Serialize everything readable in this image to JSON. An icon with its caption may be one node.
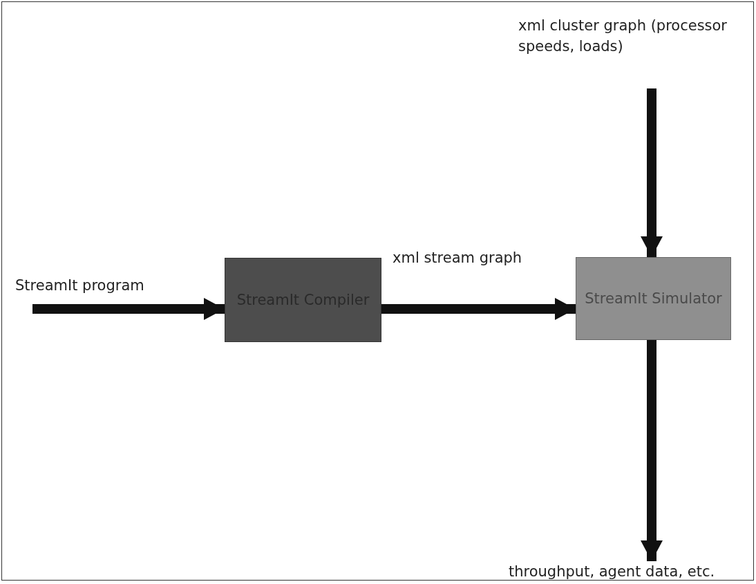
{
  "diagram": {
    "nodes": [
      {
        "text": [
          "StreamIt Compiler"
        ]
      },
      {
        "text": [
          "StreamIt Simulator"
        ]
      },
      {
        "text": [
          "xml cluster graph (processor speeds, loads)"
        ]
      },
      {
        "text": [
          "throughput, agent data, etc."
        ]
      }
    ],
    "edges": [
      {
        "from": null,
        "to": 0,
        "arrow": "to",
        "label": "StreamIt program"
      },
      {
        "from": 0,
        "to": 1,
        "arrow": "to",
        "label": "xml stream graph"
      },
      {
        "from": 2,
        "to": 1,
        "arrow": "to"
      },
      {
        "from": 1,
        "to": 3,
        "arrow": "to"
      }
    ]
  }
}
